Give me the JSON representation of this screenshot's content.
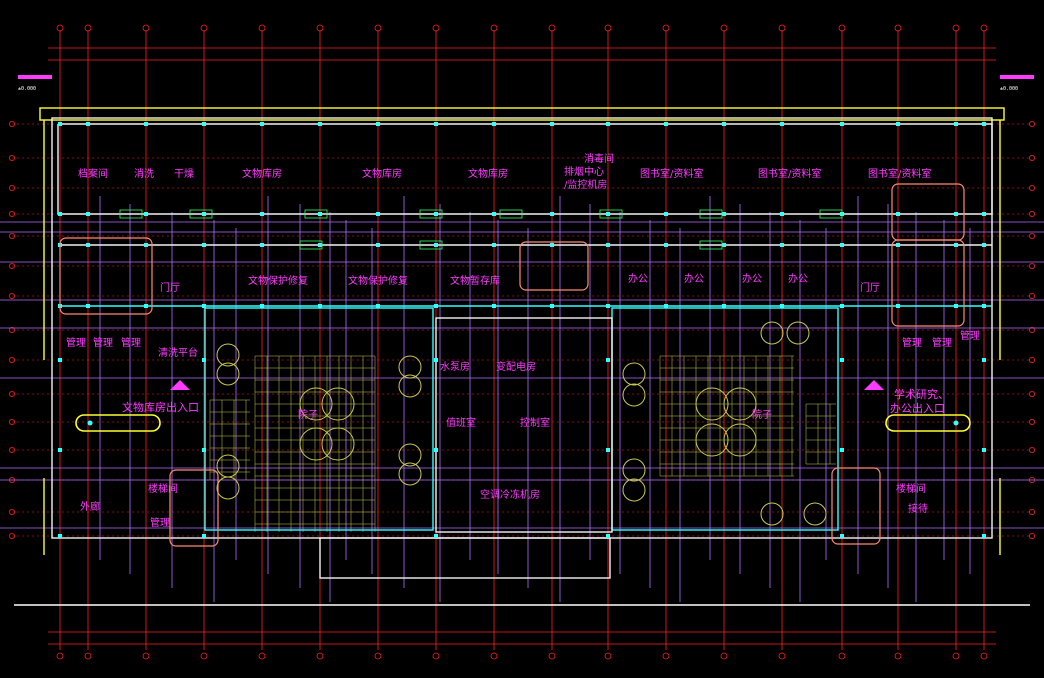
{
  "colors": {
    "background": "#000000",
    "grid_red": "#ff2020",
    "wall_white": "#f2f2f2",
    "column_cyan": "#33ffff",
    "partition_green": "#33ff66",
    "text_magenta": "#ff3bff",
    "line_violet": "#b070ff",
    "paving_olive": "#c8c850",
    "outline_yellow": "#ffff33",
    "highlight_salmon": "#ff8a70"
  },
  "rooms": {
    "r1": "档案间",
    "r2": "消洗",
    "r3": "干燥",
    "r4": "文物库房",
    "r5": "文物库房",
    "r6": "文物库房",
    "r7": "消毒间",
    "r8": "排烟中心",
    "r9": "/监控机房",
    "r10": "图书室/资料室",
    "r11": "图书室/资料室",
    "r12": "图书室/资料室",
    "r13": "文物保护修复",
    "r14": "文物保护修复",
    "r15": "文物暂存库",
    "r16": "办公",
    "r17": "办公",
    "r18": "办公",
    "r19": "办公",
    "r20": "门厅",
    "r21": "门厅",
    "r22": "管理",
    "r23": "管理",
    "r24": "管理",
    "r25": "管理",
    "r26": "管理",
    "r27": "管理",
    "r28": "清洗平台",
    "r29": "水泵房",
    "r30": "变配电房",
    "r31": "值班室",
    "r32": "控制室",
    "r33": "空调冷冻机房",
    "r34": "院子",
    "r35": "院子",
    "r36": "外廊",
    "r37": "楼梯间",
    "r38": "楼梯间",
    "r39": "管理",
    "r40": "接待"
  },
  "entrances": {
    "west": "文物库房出入口",
    "east_line1": "学术研究、",
    "east_line2": "办公出入口"
  },
  "elevations": {
    "left": "±0.000",
    "right": "±0.000"
  }
}
